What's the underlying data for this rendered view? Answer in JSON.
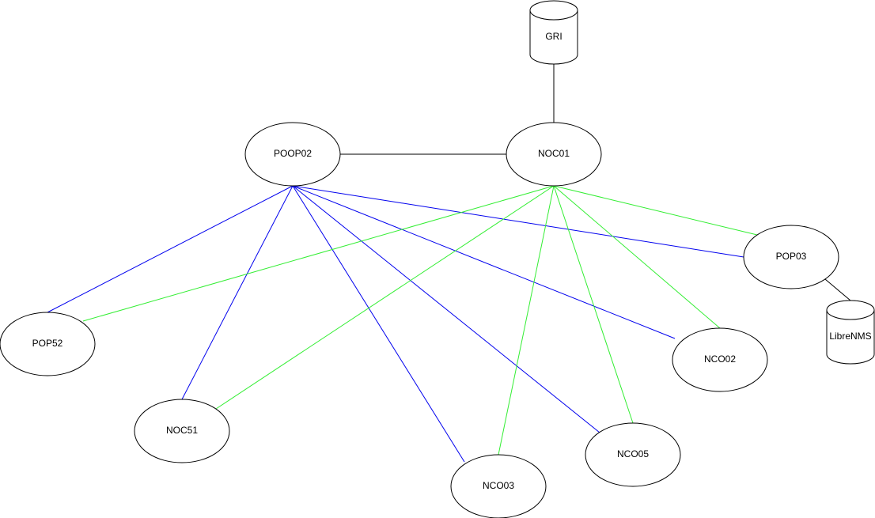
{
  "diagram": {
    "colors": {
      "black": "#000000",
      "blue": "#0000ee",
      "green": "#33ee33"
    },
    "nodes": [
      {
        "id": "gri",
        "label": "GRI",
        "shape": "cylinder"
      },
      {
        "id": "noc01",
        "label": "NOC01",
        "shape": "ellipse"
      },
      {
        "id": "poop02",
        "label": "POOP02",
        "shape": "ellipse"
      },
      {
        "id": "pop03",
        "label": "POP03",
        "shape": "ellipse"
      },
      {
        "id": "librenms",
        "label": "LibreNMS",
        "shape": "cylinder"
      },
      {
        "id": "pop52",
        "label": "POP52",
        "shape": "ellipse"
      },
      {
        "id": "noc51",
        "label": "NOC51",
        "shape": "ellipse"
      },
      {
        "id": "nco03",
        "label": "NCO03",
        "shape": "ellipse"
      },
      {
        "id": "nco05",
        "label": "NCO05",
        "shape": "ellipse"
      },
      {
        "id": "nco02",
        "label": "NCO02",
        "shape": "ellipse"
      }
    ],
    "edges": [
      {
        "from": "gri",
        "to": "noc01",
        "color": "black"
      },
      {
        "from": "poop02",
        "to": "noc01",
        "color": "black"
      },
      {
        "from": "pop03",
        "to": "librenms",
        "color": "black"
      },
      {
        "from": "poop02",
        "to": "pop52",
        "color": "blue"
      },
      {
        "from": "poop02",
        "to": "noc51",
        "color": "blue"
      },
      {
        "from": "poop02",
        "to": "nco03",
        "color": "blue"
      },
      {
        "from": "poop02",
        "to": "nco05",
        "color": "blue"
      },
      {
        "from": "poop02",
        "to": "nco02",
        "color": "blue"
      },
      {
        "from": "poop02",
        "to": "pop03",
        "color": "blue"
      },
      {
        "from": "noc01",
        "to": "pop52",
        "color": "green"
      },
      {
        "from": "noc01",
        "to": "noc51",
        "color": "green"
      },
      {
        "from": "noc01",
        "to": "nco03",
        "color": "green"
      },
      {
        "from": "noc01",
        "to": "nco05",
        "color": "green"
      },
      {
        "from": "noc01",
        "to": "nco02",
        "color": "green"
      },
      {
        "from": "noc01",
        "to": "pop03",
        "color": "green"
      }
    ]
  }
}
